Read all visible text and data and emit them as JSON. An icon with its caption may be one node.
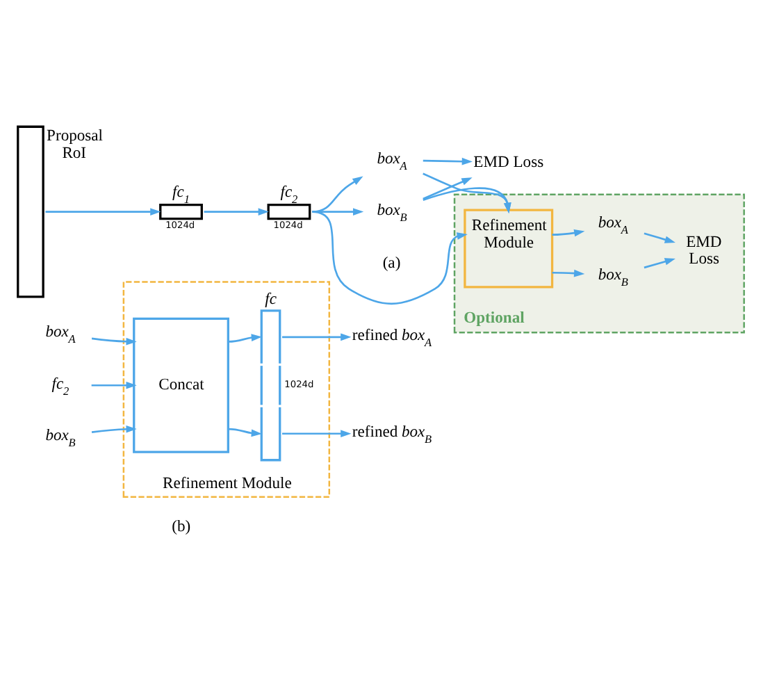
{
  "diagram": {
    "nodes": [
      {
        "text": [
          "Proposal RoI"
        ]
      },
      {
        "text": [
          "fc$_{1}$"
        ],
        "beside": [
          "1024d"
        ]
      },
      {
        "text": [
          "fc$_{2}$"
        ],
        "beside": [
          "1024d"
        ]
      },
      {
        "text": [
          "box$_{A}$"
        ]
      },
      {
        "text": [
          "box$_{B}$"
        ]
      },
      {
        "text": [
          "EMD Loss"
        ]
      },
      {
        "text": [
          "Optional"
        ]
      },
      {
        "text": [
          "Refinement Module"
        ],
        "in": 6
      },
      {
        "text": [
          "box$_{A}$"
        ],
        "in": 6
      },
      {
        "text": [
          "box$_{B}$"
        ],
        "in": 6
      },
      {
        "text": [
          "EMD Loss"
        ],
        "in": 6
      },
      {
        "text": [
          "Refinement Module"
        ]
      },
      {
        "text": [
          "box$_{A}$"
        ]
      },
      {
        "text": [
          "fc$_{2}$"
        ]
      },
      {
        "text": [
          "box$_{B}$"
        ]
      },
      {
        "text": [
          "Concat"
        ],
        "in": 11
      },
      {
        "text": [
          "fc",
          "1024d"
        ],
        "in": 11
      },
      {
        "text": [
          "refined *box$_{A}$*"
        ]
      },
      {
        "text": [
          "refined *box$_{B}$*"
        ]
      }
    ],
    "edges": [
      {
        "from": 0,
        "to": 1,
        "arrow": "to"
      },
      {
        "from": 1,
        "to": 2,
        "arrow": "to"
      },
      {
        "from": 2,
        "to": 3,
        "arrow": "to"
      },
      {
        "from": 2,
        "to": 4,
        "arrow": "to"
      },
      {
        "from": 2,
        "to": 7,
        "arrow": "to"
      },
      {
        "from": 3,
        "to": 5,
        "arrow": "to"
      },
      {
        "from": 4,
        "to": 5,
        "arrow": "to"
      },
      {
        "from": 3,
        "to": 7,
        "arrow": "to"
      },
      {
        "from": 4,
        "to": 7,
        "arrow": "to"
      },
      {
        "from": 7,
        "to": 8,
        "arrow": "to"
      },
      {
        "from": 7,
        "to": 9,
        "arrow": "to"
      },
      {
        "from": 8,
        "to": 10,
        "arrow": "to"
      },
      {
        "from": 9,
        "to": 10,
        "arrow": "to"
      },
      {
        "from": 12,
        "to": 15,
        "arrow": "to"
      },
      {
        "from": 13,
        "to": 15,
        "arrow": "to"
      },
      {
        "from": 14,
        "to": 15,
        "arrow": "to"
      },
      {
        "from": 15,
        "to": 16,
        "arrow": "to"
      },
      {
        "from": 15,
        "to": 16,
        "arrow": "to"
      },
      {
        "from": 16,
        "to": 17,
        "arrow": "to"
      },
      {
        "from": 16,
        "to": 18,
        "arrow": "to"
      }
    ],
    "labels": [
      "(a)",
      "(b)"
    ]
  }
}
